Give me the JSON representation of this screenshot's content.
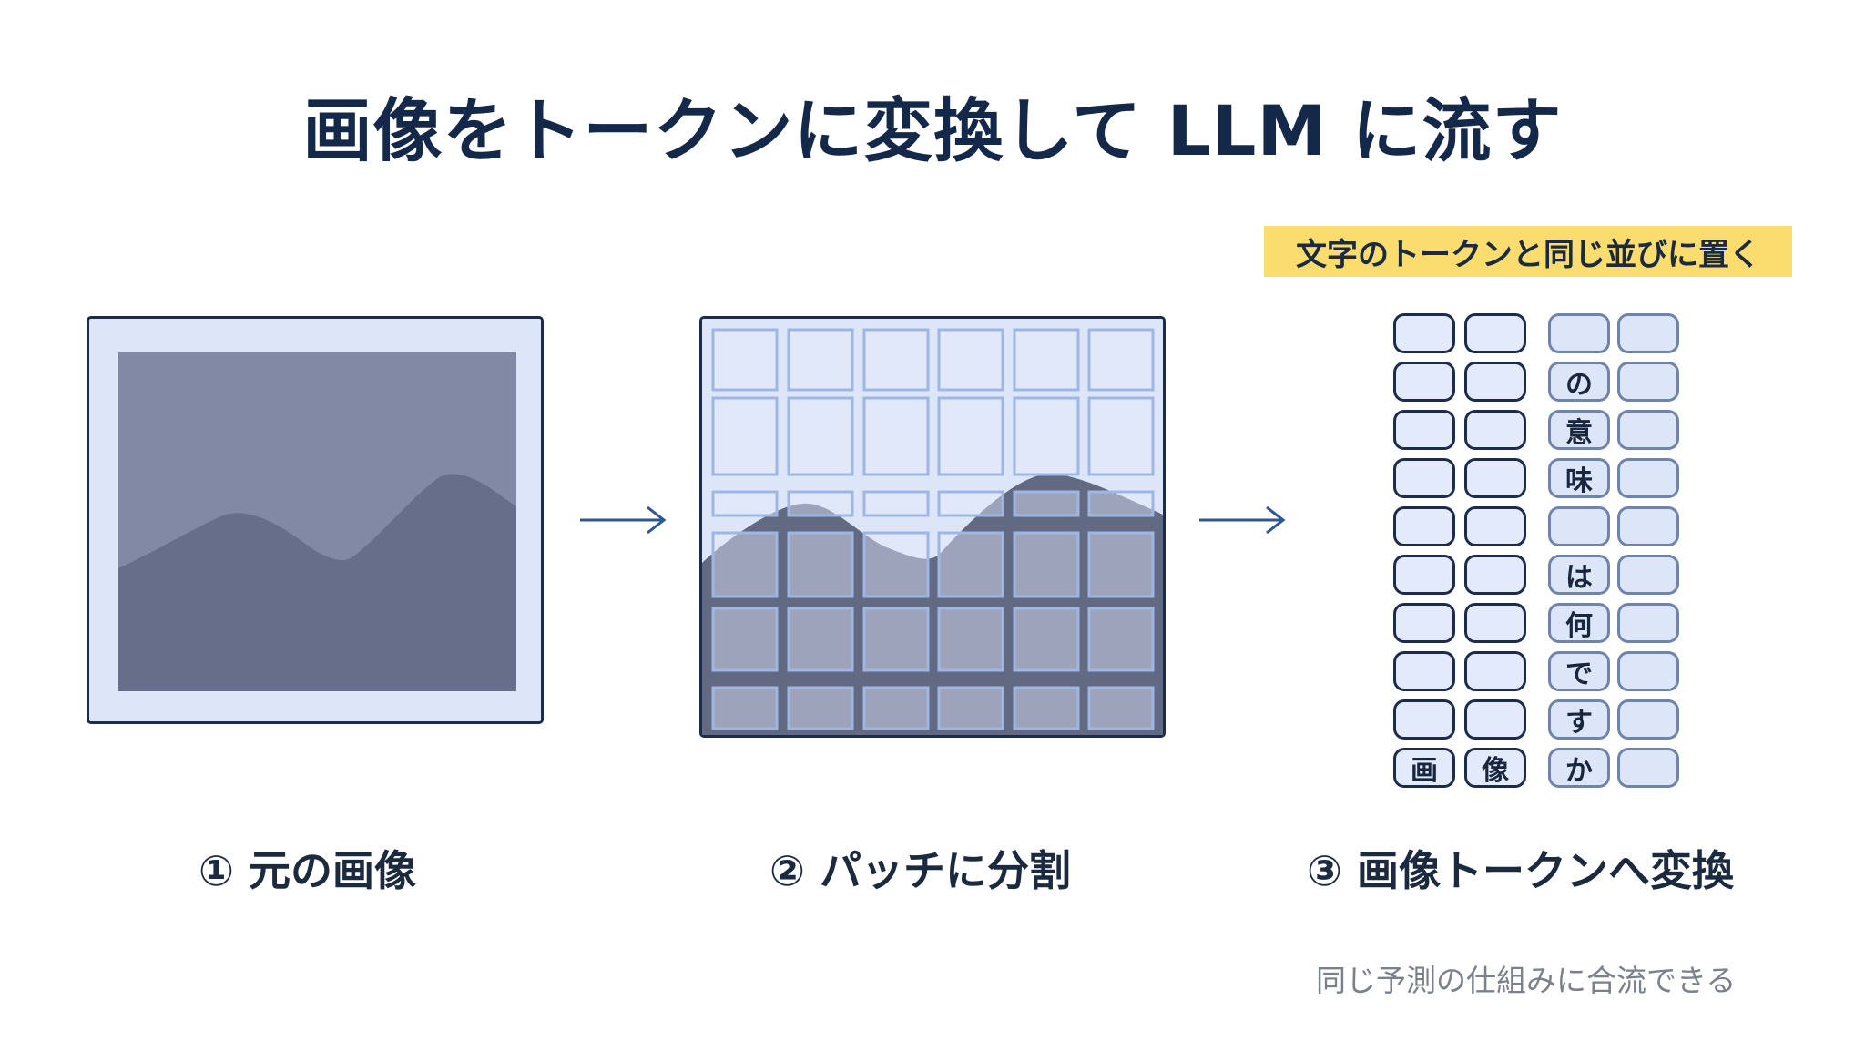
{
  "title": "画像をトークンに変換して LLM に流す",
  "highlight": "文字のトークンと同じ並びに置く",
  "steps": [
    {
      "label": "① 元の画像"
    },
    {
      "label": "② パッチに分割"
    },
    {
      "label": "③ 画像トークンへ変換"
    }
  ],
  "note": "同じ予測の仕組みに合流できる",
  "tokens": {
    "image_tokens": [
      "画",
      "像"
    ],
    "text_tokens": [
      "",
      "の",
      "意",
      "味",
      "",
      "は",
      "何",
      "で",
      "す",
      "か"
    ]
  },
  "colors": {
    "title": "#14284a",
    "highlight": "#fbdc6e",
    "panel_bg": "#dde6f8",
    "image_sky": "#8189a4",
    "image_mountain": "#676e89",
    "arrow": "#2e5594"
  },
  "icons": [
    "right-arrow-icon"
  ]
}
